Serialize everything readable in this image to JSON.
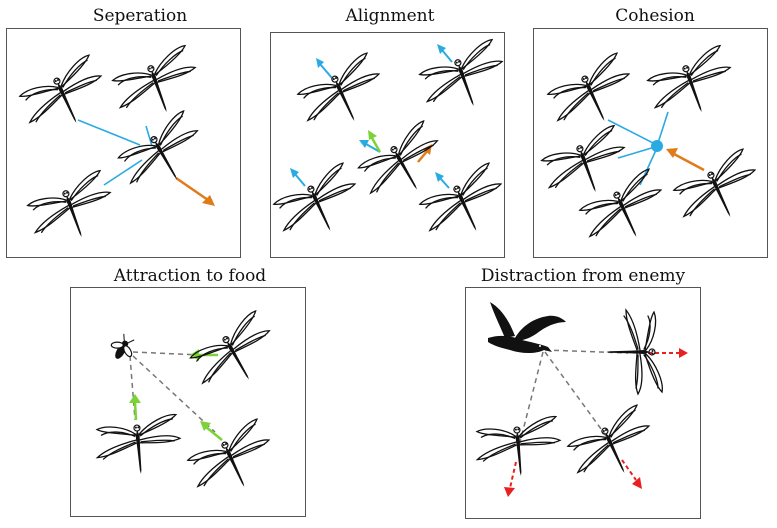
{
  "panels": {
    "separation": {
      "title": "Seperation"
    },
    "alignment": {
      "title": "Alignment"
    },
    "cohesion": {
      "title": "Cohesion"
    },
    "food": {
      "title": "Attraction to food"
    },
    "enemy": {
      "title": "Distraction from enemy"
    }
  },
  "colors": {
    "neighbor_link": "#29abe2",
    "result_vector": "#e07b1a",
    "alignment_mean": "#7dd336",
    "food_vector": "#7dd336",
    "enemy_vector": "#e8201f",
    "dashed_link": "#777777",
    "outline": "#555555"
  },
  "icons": {
    "agent": "dragonfly-icon",
    "food": "fly-icon",
    "enemy": "bird-icon"
  }
}
